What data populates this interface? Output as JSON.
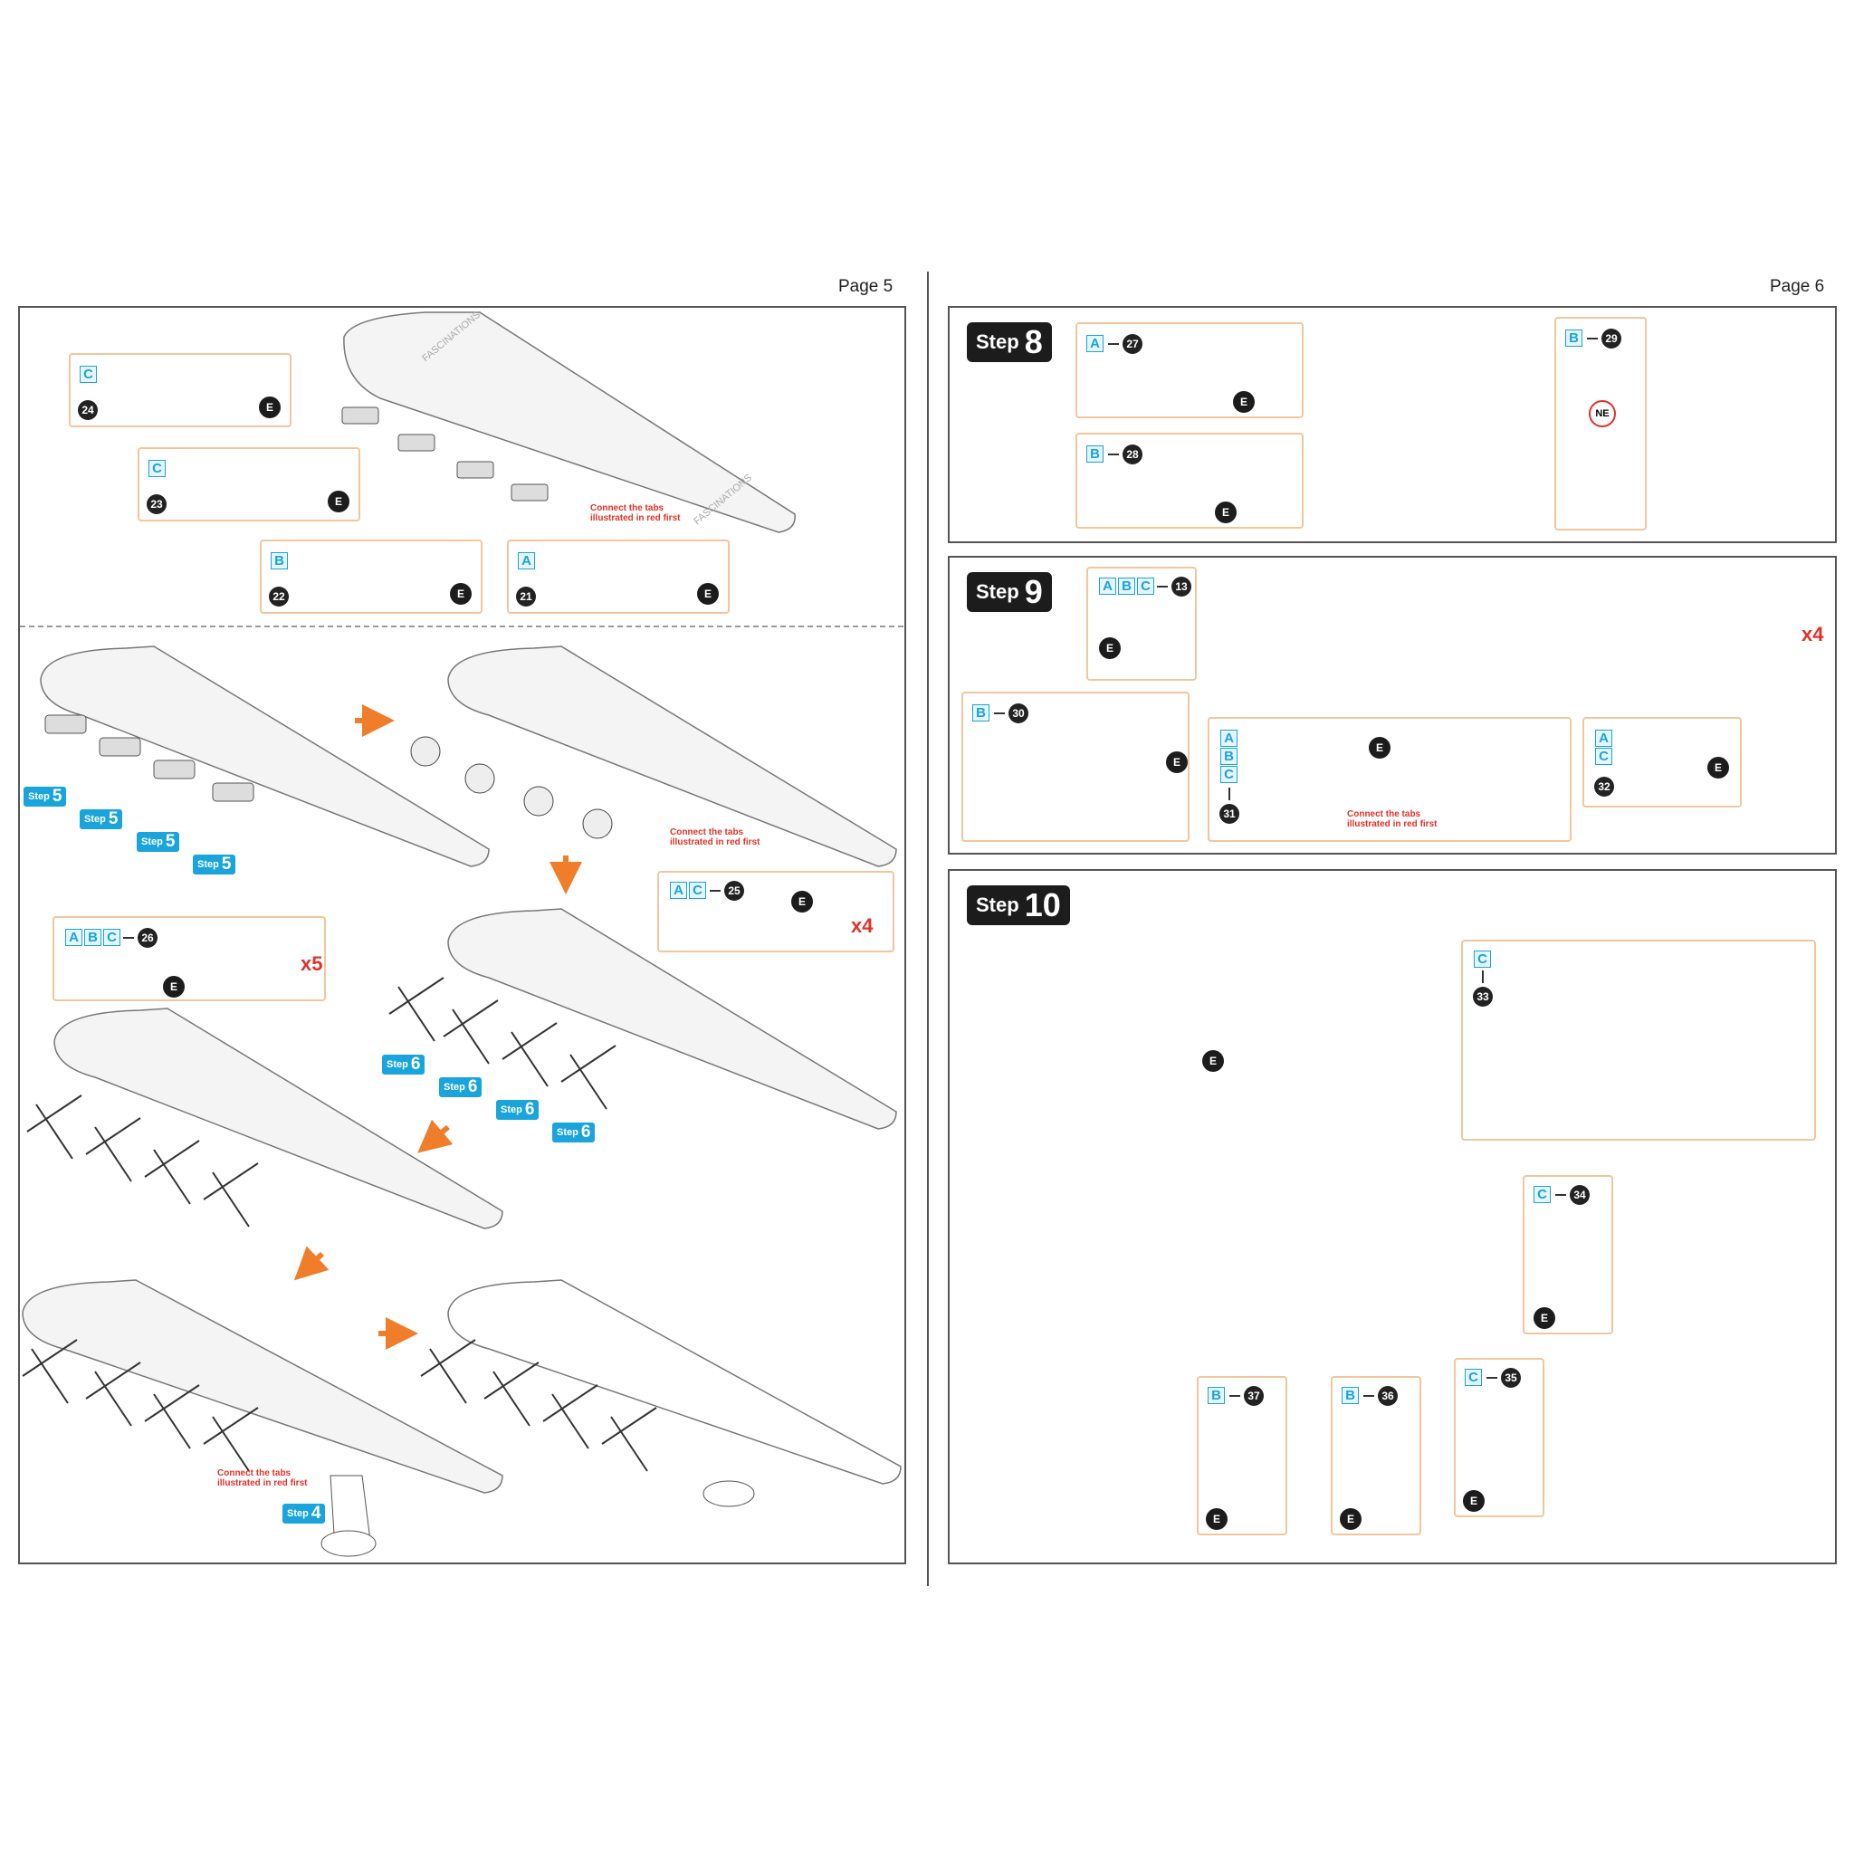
{
  "pages": {
    "left_label": "Page 5",
    "right_label": "Page 6"
  },
  "step_words": {
    "step": "Step"
  },
  "steps": {
    "s8": "8",
    "s9": "9",
    "s10": "10",
    "s4": "4",
    "s5": "5",
    "s6": "6"
  },
  "notes": {
    "connect_tabs": "Connect the tabs illustrated in red first"
  },
  "multipliers": {
    "x4": "x4",
    "x5": "x5"
  },
  "labels": {
    "ne": "NE",
    "e": "E",
    "a": "A",
    "b": "B",
    "c": "C"
  },
  "part_numbers": {
    "p13": "13",
    "p21": "21",
    "p22": "22",
    "p23": "23",
    "p24": "24",
    "p25": "25",
    "p26": "26",
    "p27": "27",
    "p28": "28",
    "p29": "29",
    "p30": "30",
    "p31": "31",
    "p32": "32",
    "p33": "33",
    "p34": "34",
    "p35": "35",
    "p36": "36",
    "p37": "37"
  },
  "colors": {
    "accent_orange": "#f07d2a",
    "accent_blue": "#19a4dc",
    "tab_red": "#e0322a",
    "part_yellow": "#f3e873",
    "part_purple": "#8c4aa0",
    "part_pink": "#ee9aaa",
    "part_olive": "#bcc23a"
  }
}
